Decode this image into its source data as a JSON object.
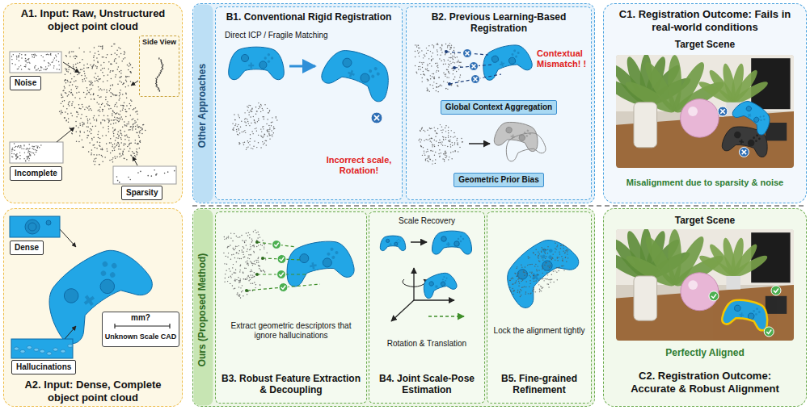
{
  "diagram": {
    "nodes": [
      {
        "text": [
          "A1. Input: Raw, Unstructured object point cloud"
        ]
      },
      {
        "text": [
          "Side View"
        ],
        "in": 0
      },
      {
        "text": [
          "Noise"
        ],
        "in": 0
      },
      {
        "text": [
          "Incomplete"
        ],
        "in": 0
      },
      {
        "text": [
          "Sparsity"
        ],
        "in": 0
      },
      {
        "text": [
          "A2. Input: Dense, Complete object point cloud"
        ]
      },
      {
        "text": [
          "Dense"
        ],
        "in": 5
      },
      {
        "text": [
          "Hallucinations"
        ],
        "in": 5
      },
      {
        "text": [
          "mm?",
          "Unknown Scale CAD"
        ],
        "in": 5
      },
      {
        "text": [
          "Other Approaches"
        ]
      },
      {
        "text": [
          "B1. Conventional Rigid Registration",
          "Direct ICP / Fragile Matching",
          "Incorrect scale, Rotation!"
        ],
        "in": 9
      },
      {
        "text": [
          "B2. Previous Learning-Based Registration",
          "Contextual Mismatch! !"
        ],
        "in": 9
      },
      {
        "text": [
          "Global Context Aggregation"
        ],
        "in": 11
      },
      {
        "text": [
          "Geometric Prior Bias"
        ],
        "in": 11
      },
      {
        "text": [
          "C1. Registration Outcome: Fails in real-world conditions",
          "Target Scene",
          "Misalignment due to sparsity & noise"
        ]
      },
      {
        "text": [
          "Ours (Proposed Method)"
        ]
      },
      {
        "text": [
          "Extract geometric descriptors that ignore hallucinations",
          "B3. Robust Feature Extraction & Decoupling"
        ],
        "in": 15
      },
      {
        "text": [
          "Scale Recovery",
          "Rotation & Translation",
          "B4. Joint Scale-Pose Estimation"
        ],
        "in": 15
      },
      {
        "text": [
          "Lock the alignment tightly",
          "B5. Fine-grained Refinement"
        ],
        "in": 15
      },
      {
        "text": [
          "Target Scene",
          "Perfectly Aligned",
          "C2. Registration Outcome: Accurate & Robust Alignment"
        ]
      }
    ]
  }
}
